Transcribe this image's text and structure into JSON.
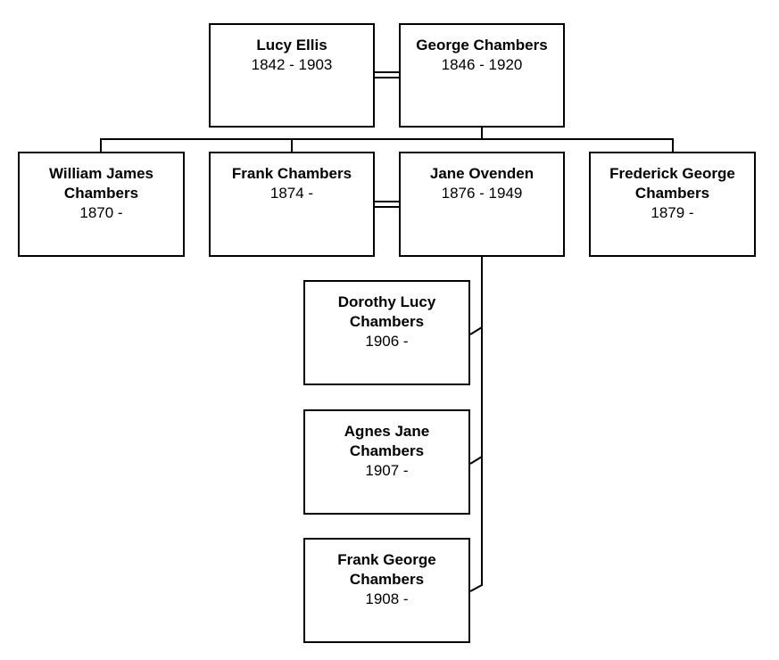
{
  "people": {
    "lucy": {
      "name": "Lucy Ellis",
      "dates": "1842 - 1903"
    },
    "george": {
      "name": "George Chambers",
      "dates": "1846 - 1920"
    },
    "william": {
      "name": "William James Chambers",
      "dates": "1870 -"
    },
    "frank": {
      "name": "Frank Chambers",
      "dates": "1874 -"
    },
    "jane": {
      "name": "Jane Ovenden",
      "dates": "1876 - 1949"
    },
    "frederick": {
      "name": "Frederick George Chambers",
      "dates": "1879 -"
    },
    "dorothy": {
      "name": "Dorothy Lucy Chambers",
      "dates": "1906 -"
    },
    "agnes": {
      "name": "Agnes Jane Chambers",
      "dates": "1907 -"
    },
    "frank_george": {
      "name": "Frank George Chambers",
      "dates": "1908 -"
    }
  },
  "colors": {
    "line": "#000000",
    "box_border": "#000000",
    "background": "#ffffff"
  }
}
